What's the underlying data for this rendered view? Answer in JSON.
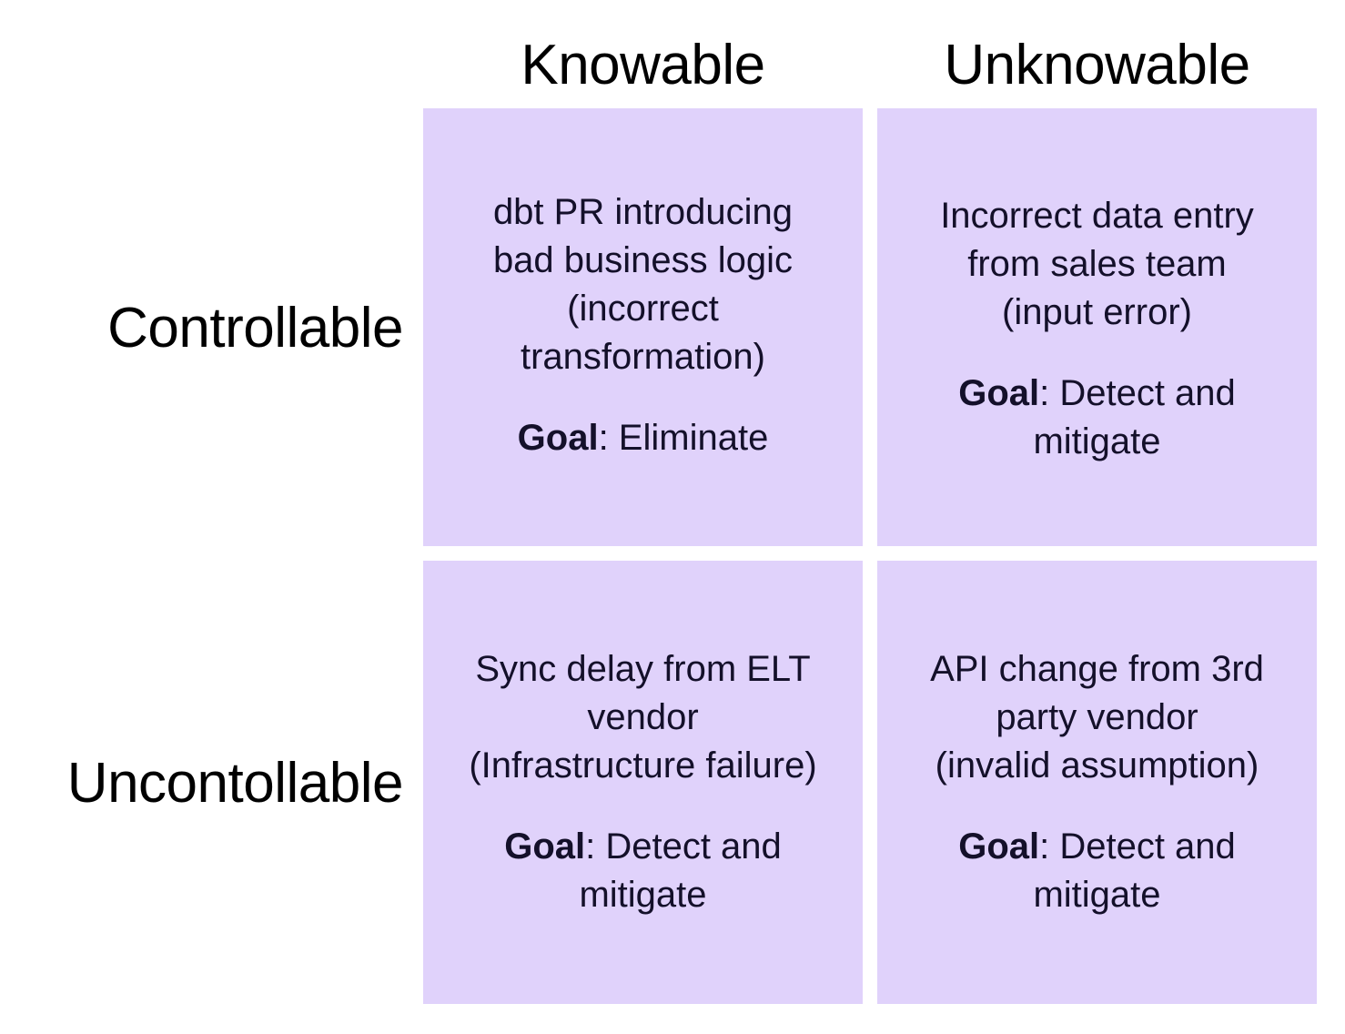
{
  "matrix": {
    "columns": [
      {
        "key": "knowable",
        "label": "Knowable"
      },
      {
        "key": "unknowable",
        "label": "Unknowable"
      }
    ],
    "rows": [
      {
        "key": "controllable",
        "label": "Controllable"
      },
      {
        "key": "uncontollable",
        "label": "Uncontollable"
      }
    ],
    "goal_label": "Goal",
    "cells": {
      "controllable_knowable": {
        "description": "dbt PR introducing\nbad business logic\n(incorrect\ntransformation)",
        "goal_label": "Goal",
        "goal_value": ": Eliminate"
      },
      "controllable_unknowable": {
        "description": "Incorrect data entry\nfrom sales team\n(input error)",
        "goal_label": "Goal",
        "goal_value": ": Detect and mitigate"
      },
      "uncontollable_knowable": {
        "description": "Sync delay from ELT\nvendor\n(Infrastructure failure)",
        "goal_label": "Goal",
        "goal_value": ": Detect and mitigate"
      },
      "uncontollable_unknowable": {
        "description": "API change from 3rd\nparty vendor\n(invalid assumption)",
        "goal_label": "Goal",
        "goal_value": ": Detect and mitigate"
      }
    },
    "colors": {
      "cell_fill": "#e0d2fb",
      "cell_text": "#14102a",
      "header_text": "#000000",
      "background": "#ffffff"
    }
  }
}
